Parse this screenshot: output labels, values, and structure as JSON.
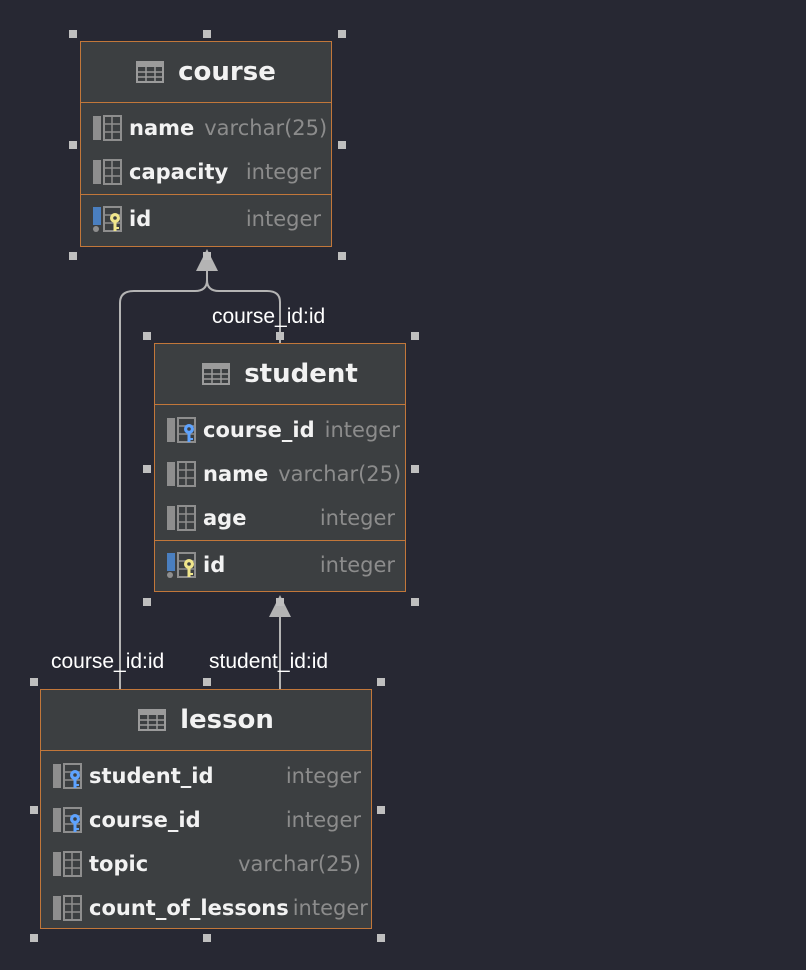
{
  "tables": {
    "course": {
      "name": "course",
      "columns": [
        {
          "name": "name",
          "type": "varchar(25)",
          "icon": "column-icon"
        },
        {
          "name": "capacity",
          "type": "integer",
          "icon": "column-icon"
        }
      ],
      "pk": {
        "name": "id",
        "type": "integer",
        "icon": "primary-key-column-icon"
      }
    },
    "student": {
      "name": "student",
      "columns": [
        {
          "name": "course_id",
          "type": "integer",
          "icon": "foreign-key-column-icon"
        },
        {
          "name": "name",
          "type": "varchar(25)",
          "icon": "column-icon"
        },
        {
          "name": "age",
          "type": "integer",
          "icon": "column-icon"
        }
      ],
      "pk": {
        "name": "id",
        "type": "integer",
        "icon": "primary-key-column-icon"
      }
    },
    "lesson": {
      "name": "lesson",
      "columns": [
        {
          "name": "student_id",
          "type": "integer",
          "icon": "foreign-key-column-icon"
        },
        {
          "name": "course_id",
          "type": "integer",
          "icon": "foreign-key-column-icon"
        },
        {
          "name": "topic",
          "type": "varchar(25)",
          "icon": "column-icon"
        },
        {
          "name": "count_of_lessons",
          "type": "integer",
          "icon": "column-icon"
        }
      ]
    }
  },
  "relations": {
    "student_course": "course_id:id",
    "lesson_course": "course_id:id",
    "lesson_student": "student_id:id"
  },
  "colors": {
    "background": "#272833",
    "table_border": "#c2773a",
    "connector": "#b4b4b4",
    "pk_key": "#f0e68c",
    "fk_key": "#5ea3ff"
  }
}
